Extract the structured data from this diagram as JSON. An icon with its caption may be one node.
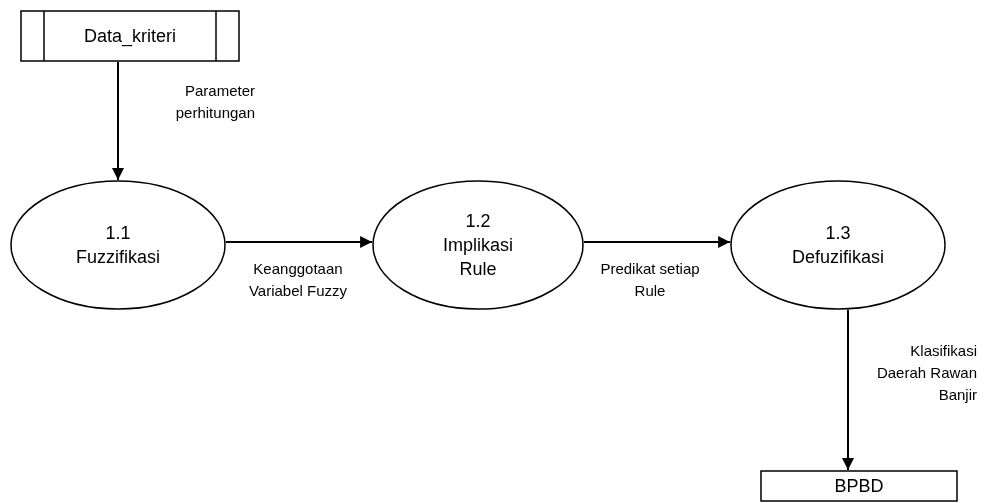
{
  "diagram": {
    "nodes": [
      {
        "text": [
          "Data_kriteri"
        ]
      },
      {
        "text": [
          "1.1",
          "Fuzzifikasi"
        ]
      },
      {
        "text": [
          "1.2",
          "Implikasi Rule"
        ]
      },
      {
        "text": [
          "1.3",
          "Defuzifikasi"
        ]
      },
      {
        "text": [
          "BPBD"
        ]
      }
    ],
    "edges": [
      {
        "from": 0,
        "to": 1,
        "arrow": "to",
        "label": "Parameter perhitungan"
      },
      {
        "from": 1,
        "to": 2,
        "arrow": "to",
        "label": "Keanggotaan Variabel Fuzzy"
      },
      {
        "from": 2,
        "to": 3,
        "arrow": "to",
        "label": "Predikat setiap Rule"
      },
      {
        "from": 3,
        "to": 4,
        "arrow": "to",
        "label": "Klasifikasi Daerah Rawan Banjir"
      }
    ]
  }
}
